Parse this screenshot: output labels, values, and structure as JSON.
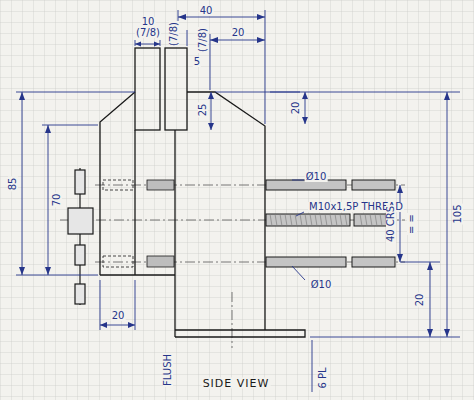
{
  "diagram": {
    "caption": "SIDE VIEW",
    "labels": [
      "10",
      "(7/8)",
      "40",
      "(7/8)",
      "5",
      "(7/8)",
      "20",
      "25",
      "20",
      "85",
      "70",
      "Ø10",
      "M10x1,5P THREAD",
      "40 CRS",
      "= =",
      "Ø10",
      "105",
      "20",
      "20",
      "FLUSH",
      "6 PL"
    ]
  }
}
